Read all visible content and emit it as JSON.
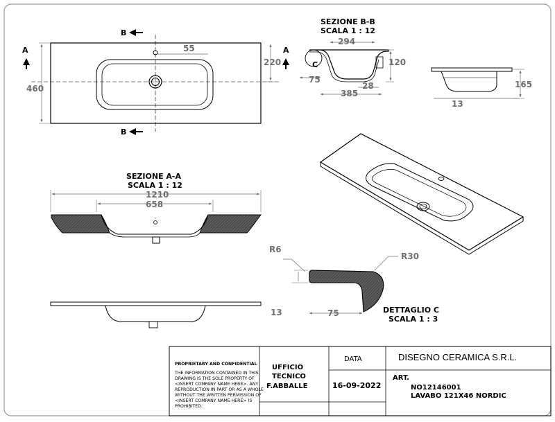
{
  "plan_view": {
    "section_a_letter": "A",
    "section_b_letter": "B",
    "dim_width": "460",
    "dim_offset": "55",
    "dim_depth": "220"
  },
  "section_bb": {
    "title": "SEZIONE B-B",
    "scale": "SCALA 1 : 12",
    "dim_top": "294",
    "dim_height": "120",
    "dim_left": "75",
    "dim_mid": "28",
    "dim_bottom": "385",
    "detail_marker": "C"
  },
  "side_view": {
    "dim_height": "165",
    "dim_small": "13"
  },
  "section_aa": {
    "title": "SEZIONE A-A",
    "scale": "SCALA 1 : 12",
    "dim_total": "1210",
    "dim_bowl": "658"
  },
  "detail_c": {
    "title": "DETTAGLIO C",
    "scale": "SCALA 1 : 3",
    "radius_small": "R6",
    "radius_large": "R30",
    "dim_height": "13",
    "dim_width": "75"
  },
  "title_block": {
    "proprietary_heading": "PROPRIETARY AND CONFIDENTIAL",
    "proprietary_lines": [
      "THE INFORMATION CONTAINED IN THIS",
      "DRAWING IS THE SOLE PROPERTY OF",
      "<INSERT COMPANY NAME HERE>.  ANY",
      "REPRODUCTION IN PART OR AS A WHOLE",
      "WITHOUT THE WRITTEN PERMISSION OF",
      "<INSERT COMPANY NAME HERE> IS",
      "PROHIBITED."
    ],
    "office_line1": "UFFICIO",
    "office_line2": "TECNICO",
    "office_line3": "F.ABBALLE",
    "data_label": "DATA",
    "date": "16-09-2022",
    "company": "DISEGNO CERAMICA S.R.L.",
    "art_label": "ART.",
    "art_code": "NO12146001",
    "art_name": "LAVABO 121X46 NORDIC"
  }
}
